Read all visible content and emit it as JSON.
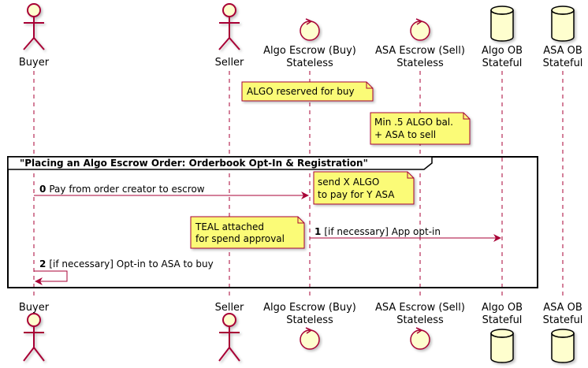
{
  "participants": {
    "buyer": {
      "label": "Buyer",
      "kind": "actor"
    },
    "seller": {
      "label": "Seller",
      "kind": "actor"
    },
    "algo_escrow": {
      "line1": "Algo Escrow (Buy)",
      "line2": "Stateless",
      "kind": "control"
    },
    "asa_escrow": {
      "line1": "ASA Escrow (Sell)",
      "line2": "Stateless",
      "kind": "control"
    },
    "algo_ob": {
      "line1": "Algo OB",
      "line2": "Stateful",
      "kind": "database"
    },
    "asa_ob": {
      "line1": "ASA OB",
      "line2": "Stateful",
      "kind": "database"
    }
  },
  "notes": {
    "algo_reserved": {
      "line1": "ALGO reserved for buy"
    },
    "min_balance": {
      "line1": "Min .5 ALGO bal.",
      "line2": "+ ASA to sell"
    },
    "send_x": {
      "line1": "send X ALGO",
      "line2": "to pay for Y ASA"
    },
    "teal": {
      "line1": "TEAL attached",
      "line2": "for spend approval"
    }
  },
  "group": {
    "title": "\"Placing an Algo Escrow Order: Orderbook Opt-In & Registration\""
  },
  "messages": [
    {
      "num": "0",
      "text": "Pay from order creator to escrow"
    },
    {
      "num": "1",
      "text": "[if necessary] App opt-in"
    },
    {
      "num": "2",
      "text": "[if necessary] Opt-in to ASA to buy"
    }
  ],
  "colors": {
    "stroke": "#A80036",
    "participant_fill": "#FEFECE",
    "note_fill": "#FBFB77",
    "group_border": "#000000",
    "lifeline": "#A80036"
  }
}
